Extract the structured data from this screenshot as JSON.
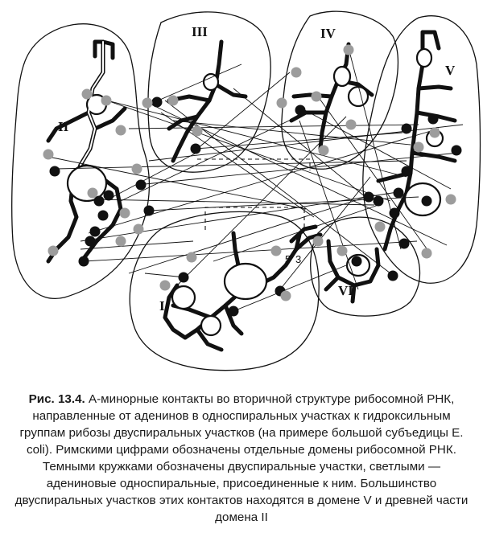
{
  "diagram": {
    "domains": [
      {
        "id": "I",
        "label": "I"
      },
      {
        "id": "II",
        "label": "II"
      },
      {
        "id": "III",
        "label": "III"
      },
      {
        "id": "IV",
        "label": "IV"
      },
      {
        "id": "V",
        "label": "V"
      },
      {
        "id": "VI",
        "label": "VI"
      }
    ],
    "end_labels": {
      "five_prime": "5",
      "three_prime": "3"
    }
  },
  "caption": {
    "lead": "Рис. 13.4.",
    "text": "А-минорные контакты во вторичной структуре рибосомной РНК, направленные от аденинов в односпиральных участках к гидроксильным группам рибозы двуспиральных участков (на примере большой субъедицы E. coli). Римскими цифрами обозначены отдельные домены рибосомной РНК. Темными кружками обозначены двуспиральные участки, светлыми — адениновые односпиральные, присоединенные к ним. Большинство двуспиральных участков этих контактов находятся в домене V и древней части домена II"
  }
}
